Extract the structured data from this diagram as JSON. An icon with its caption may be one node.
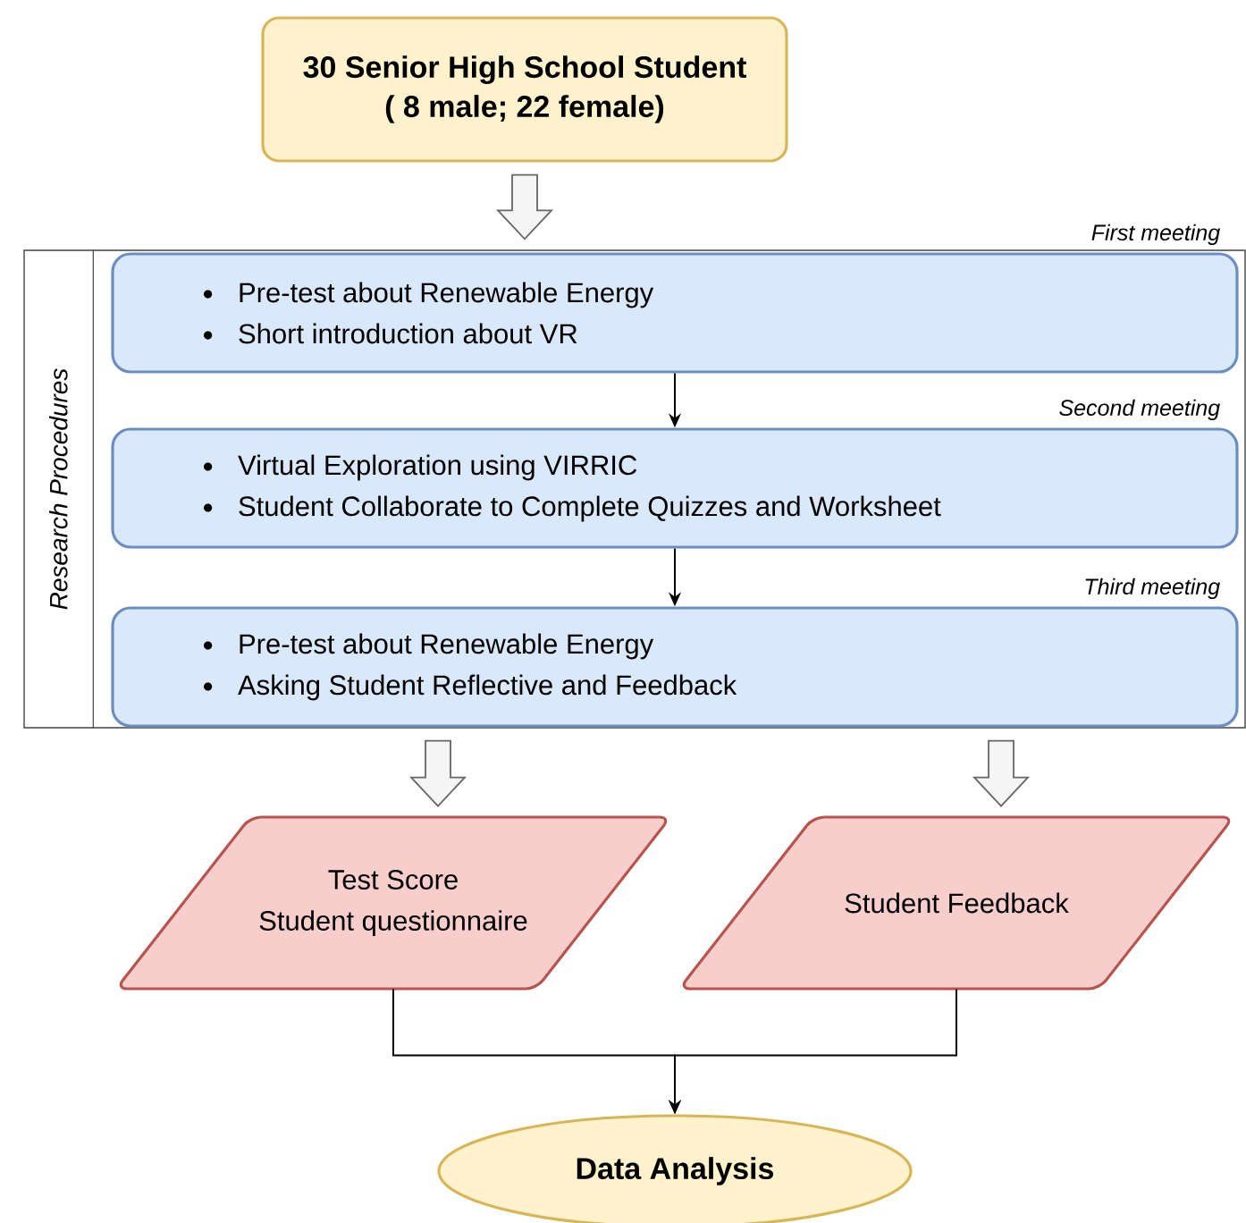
{
  "diagram": {
    "nodes": [
      {
        "text": [
          "30 Senior High School Student",
          "( 8 male; 22 female)"
        ]
      },
      {
        "text": [
          "Research Procedures"
        ]
      },
      {
        "text": [
          "Pre-test about Renewable Energy",
          "Short introduction about VR"
        ],
        "in": 1,
        "beside": [
          "First meeting"
        ]
      },
      {
        "text": [
          "Virtual Exploration using VIRRIC",
          "Student Collaborate to Complete Quizzes and Worksheet"
        ],
        "in": 1,
        "beside": [
          "Second meeting"
        ]
      },
      {
        "text": [
          "Pre-test about Renewable Energy",
          "Asking Student Reflective and Feedback"
        ],
        "in": 1,
        "beside": [
          "Third meeting"
        ]
      },
      {
        "text": [
          "Test Score",
          "Student questionnaire"
        ]
      },
      {
        "text": [
          "Student Feedback"
        ]
      },
      {
        "text": [
          "Data Analysis"
        ]
      }
    ],
    "edges": [
      {
        "from": 0,
        "to": 1,
        "arrow": "to",
        "style": "thick"
      },
      {
        "from": 2,
        "to": 3,
        "arrow": "to"
      },
      {
        "from": 3,
        "to": 4,
        "arrow": "to"
      },
      {
        "from": 1,
        "to": 5,
        "arrow": "to",
        "style": "thick"
      },
      {
        "from": 1,
        "to": 6,
        "arrow": "to",
        "style": "thick"
      },
      {
        "from": 5,
        "to": 7,
        "arrow": "to"
      },
      {
        "from": 6,
        "to": 7,
        "arrow": "to"
      }
    ]
  }
}
